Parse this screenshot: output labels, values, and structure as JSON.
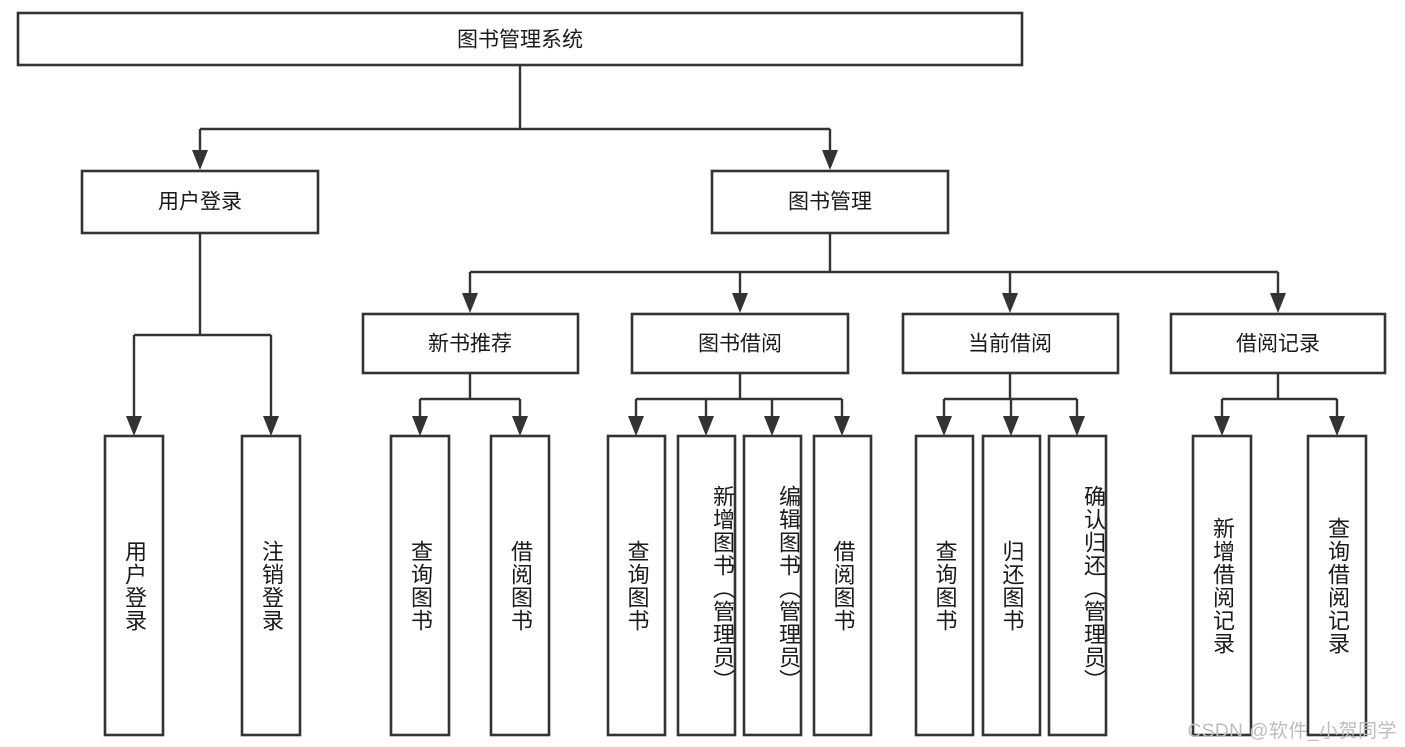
{
  "diagram": {
    "title_node": {
      "label": "图书管理系统"
    },
    "level2": [
      {
        "id": "user-login",
        "label": "用户登录"
      },
      {
        "id": "book-management",
        "label": "图书管理"
      }
    ],
    "level3": [
      {
        "id": "new-book-recommend",
        "label": "新书推荐"
      },
      {
        "id": "book-borrow",
        "label": "图书借阅"
      },
      {
        "id": "current-borrow",
        "label": "当前借阅"
      },
      {
        "id": "borrow-record",
        "label": "借阅记录"
      }
    ],
    "leaves": {
      "user_login": [
        {
          "id": "leaf-user-login",
          "label": "用户登录"
        },
        {
          "id": "leaf-logout-login",
          "label": "注销登录"
        }
      ],
      "new_book_recommend": [
        {
          "id": "leaf-query-book-1",
          "label": "查询图书"
        },
        {
          "id": "leaf-borrow-book-1",
          "label": "借阅图书"
        }
      ],
      "book_borrow": [
        {
          "id": "leaf-query-book-2",
          "label": "查询图书"
        },
        {
          "id": "leaf-add-book",
          "label": "新增图书（管理员）"
        },
        {
          "id": "leaf-edit-book",
          "label": "编辑图书（管理员）"
        },
        {
          "id": "leaf-borrow-book-2",
          "label": "借阅图书"
        }
      ],
      "current_borrow": [
        {
          "id": "leaf-query-book-3",
          "label": "查询图书"
        },
        {
          "id": "leaf-return-book",
          "label": "归还图书"
        },
        {
          "id": "leaf-confirm-return",
          "label": "确认归还（管理员）"
        }
      ],
      "borrow_record": [
        {
          "id": "leaf-add-record",
          "label": "新增借阅记录"
        },
        {
          "id": "leaf-query-record",
          "label": "查询借阅记录"
        }
      ]
    }
  },
  "watermark": {
    "text": "CSDN @软件_小贺同学"
  },
  "colors": {
    "background": "#ffffff",
    "stroke": "#333333",
    "text": "#1a1a1a",
    "watermark": "#bdbdbd"
  }
}
